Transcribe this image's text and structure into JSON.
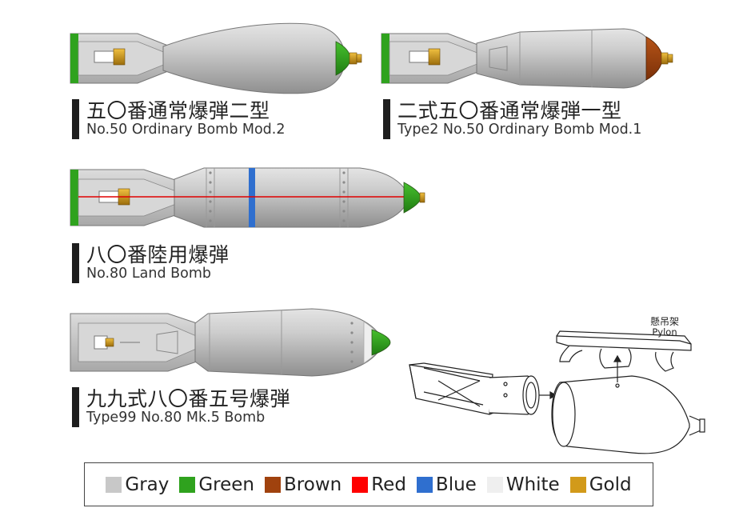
{
  "bombs": [
    {
      "jp": "五〇番通常爆弾二型",
      "en": "No.50 Ordinary Bomb Mod.2"
    },
    {
      "jp": "二式五〇番通常爆弾一型",
      "en": "Type2 No.50 Ordinary Bomb Mod.1"
    },
    {
      "jp": "八〇番陸用爆弾",
      "en": "No.80 Land Bomb"
    },
    {
      "jp": "九九式八〇番五号爆弾",
      "en": "Type99 No.80 Mk.5 Bomb"
    }
  ],
  "pylon": {
    "jp": "懸吊架",
    "en": "Pylon"
  },
  "legend": [
    {
      "label": "Gray",
      "color": "#c8c8c8"
    },
    {
      "label": "Green",
      "color": "#2fa21e"
    },
    {
      "label": "Brown",
      "color": "#a0420e"
    },
    {
      "label": "Red",
      "color": "#ff0000"
    },
    {
      "label": "Blue",
      "color": "#2f6fcf"
    },
    {
      "label": "White",
      "color": "#efefef"
    },
    {
      "label": "Gold",
      "color": "#d29a1a"
    }
  ]
}
